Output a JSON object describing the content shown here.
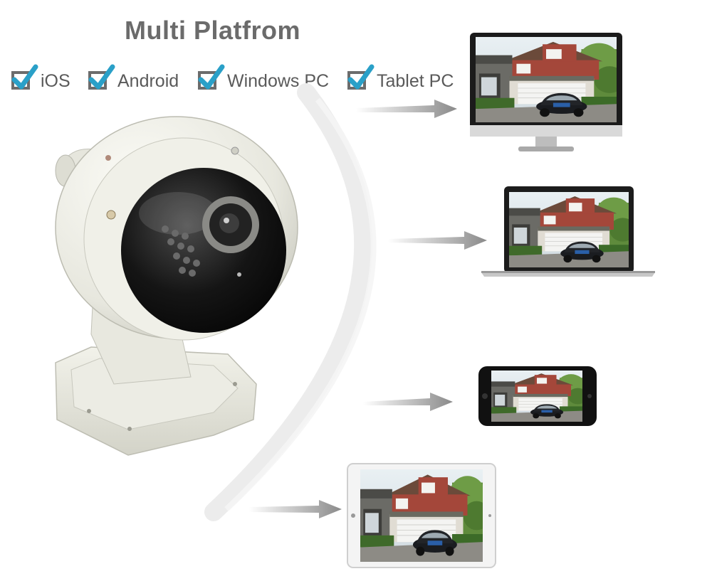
{
  "title": "Multi Platfrom",
  "platforms": [
    {
      "label": "iOS",
      "checked": true
    },
    {
      "label": "Android",
      "checked": true
    },
    {
      "label": "Windows PC",
      "checked": true
    },
    {
      "label": "Tablet PC",
      "checked": true
    }
  ],
  "colors": {
    "check": "#2aa0c8",
    "box": "#6c6c6c",
    "title": "#6b6b6b",
    "arrow": "#8c8c8c"
  },
  "devices": [
    {
      "name": "monitor"
    },
    {
      "name": "laptop"
    },
    {
      "name": "smartphone"
    },
    {
      "name": "tablet"
    }
  ],
  "icons": [
    "checkmark-icon",
    "arrow-right-icon",
    "ptz-camera-illustration"
  ]
}
